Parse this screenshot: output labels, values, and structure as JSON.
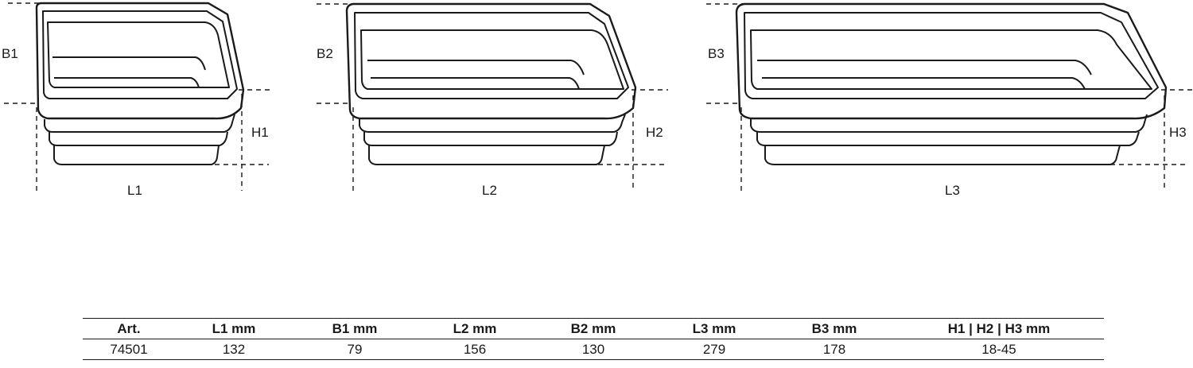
{
  "trays": [
    {
      "length_label": "L1",
      "width_label": "B1",
      "height_label": "H1"
    },
    {
      "length_label": "L2",
      "width_label": "B2",
      "height_label": "H2"
    },
    {
      "length_label": "L3",
      "width_label": "B3",
      "height_label": "H3"
    }
  ],
  "table": {
    "headers": [
      "Art.",
      "L1  mm",
      "B1  mm",
      "L2  mm",
      "B2  mm",
      "L3  mm",
      "B3  mm",
      "H1  |  H2  |  H3  mm"
    ],
    "row": [
      "74501",
      "132",
      "79",
      "156",
      "130",
      "279",
      "178",
      "18-45"
    ]
  }
}
